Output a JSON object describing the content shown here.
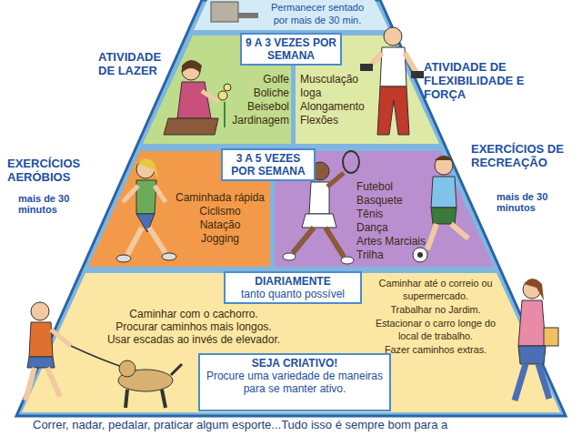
{
  "diagram": {
    "caption": "Correr, nadar, pedalar, praticar algum esporte...Tudo isso é sempre bom para a",
    "nodes": [
      {
        "text": [
          "Permanecer sentado por mais de 30 min."
        ]
      },
      {
        "text": [
          "9 A 3 VEZES POR SEMANA"
        ]
      },
      {
        "text": [
          "Golfe",
          "Boliche",
          "Beisebol",
          "Jardinagem"
        ]
      },
      {
        "text": [
          "Musculação",
          "Ioga",
          "Alongamento",
          "Flexões"
        ]
      },
      {
        "text": [
          "3 A 5 VEZES POR SEMANA"
        ]
      },
      {
        "text": [
          "Caminhada rápida",
          "Ciclismo",
          "Natação",
          "Jogging"
        ]
      },
      {
        "text": [
          "Futebol",
          "Basquete",
          "Tênis",
          "Dança",
          "Artes Marciais",
          "Trilha"
        ]
      },
      {
        "text": [
          "DIARIAMENTE",
          "tanto quanto possível"
        ]
      },
      {
        "text": [
          "Caminhar com o cachorro.",
          "Procurar caminhos mais longos.",
          "Usar escadas ao invés de elevador."
        ]
      },
      {
        "text": [
          "Caminhar até o correio ou supermercado.",
          "Trabalhar no Jardim.",
          "Estacionar o carro longe do local de trabalho.",
          "Fazer caminhos extras."
        ]
      },
      {
        "text": [
          "SEJA CRIATIVO!",
          "Procure uma variedade de maneiras para se manter ativo."
        ]
      }
    ],
    "labels": [
      "ATIVIDADE DE LAZER",
      "ATIVIDADE DE FLEXIBILIDADE E FORÇA",
      "EXERCÍCIOS AERÓBIOS",
      "mais de 30 minutos",
      "EXERCÍCIOS DE RECREAÇÃO",
      "mais de 30 minutos"
    ]
  }
}
